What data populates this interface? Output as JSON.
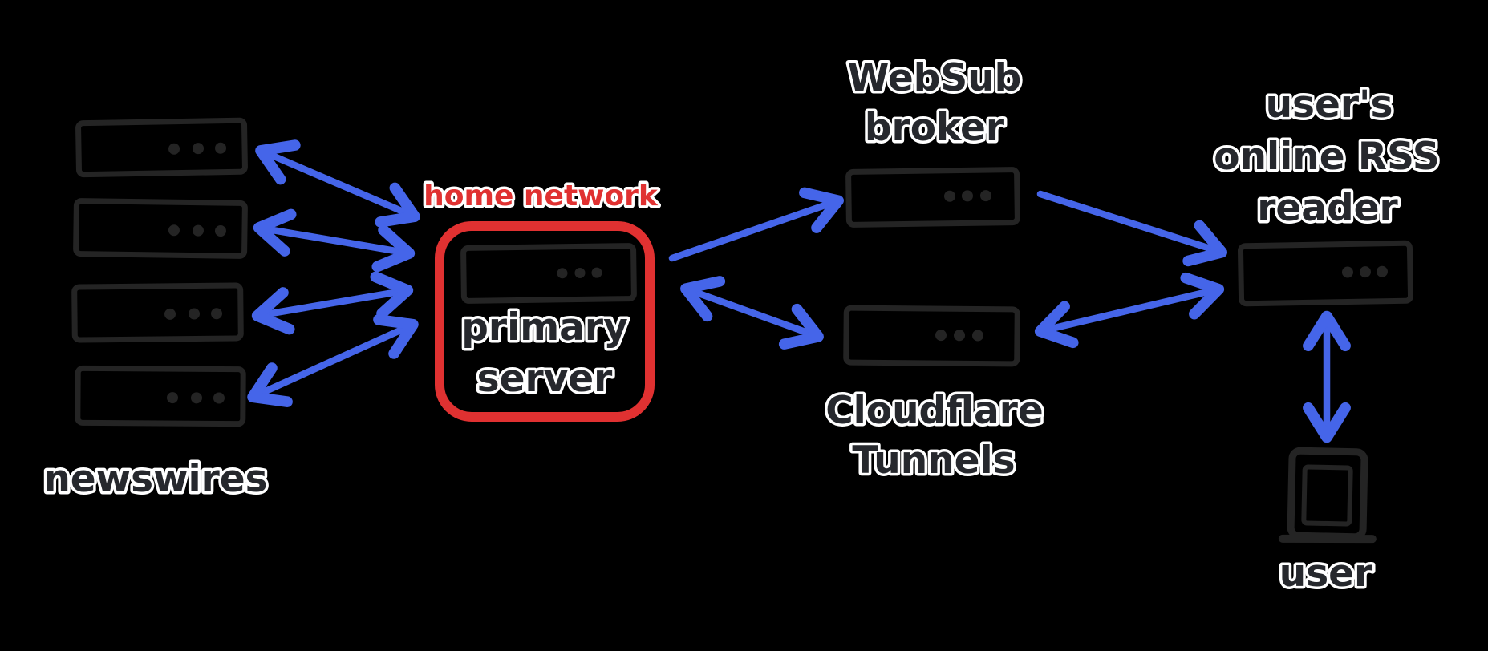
{
  "colors": {
    "bg": "#000000",
    "ink": "#242424",
    "blue": "#4565e9",
    "red": "#e03131",
    "text": "#26282d",
    "halo": "#ffffff"
  },
  "icons": {
    "server-icon": "horizontal rack server outline with three status dots",
    "tablet-icon": "tablet device with inner screen and base stand",
    "arrow-icon": "hand-drawn blue arrow"
  },
  "diagram": {
    "newswires": {
      "label": "newswires",
      "server_count": 4
    },
    "home_network": {
      "label": "home network"
    },
    "primary_server": {
      "lines": [
        "primary",
        "server"
      ]
    },
    "websub_broker": {
      "lines": [
        "WebSub",
        "broker"
      ]
    },
    "cloudflare_tunnels": {
      "lines": [
        "Cloudflare",
        "Tunnels"
      ]
    },
    "rss_reader": {
      "lines": [
        "user's",
        "online RSS",
        "reader"
      ]
    },
    "user": {
      "label": "user"
    }
  }
}
